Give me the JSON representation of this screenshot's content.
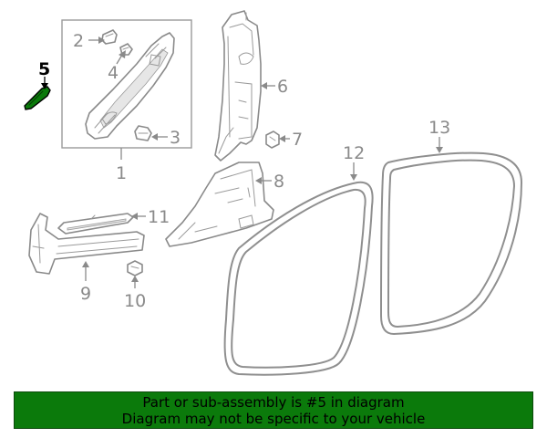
{
  "callouts": {
    "c1": "1",
    "c2": "2",
    "c3": "3",
    "c4": "4",
    "c5": "5",
    "c6": "6",
    "c7": "7",
    "c8": "8",
    "c9": "9",
    "c10": "10",
    "c11": "11",
    "c12": "12",
    "c13": "13"
  },
  "colors": {
    "banner_background": "#0b7a0b",
    "highlight_part": "#0b7a0b",
    "line_art": "#8a8a8a"
  },
  "banner": {
    "line1": "Part or sub-assembly is #5 in diagram",
    "line2": "Diagram may not be specific to your vehicle"
  }
}
